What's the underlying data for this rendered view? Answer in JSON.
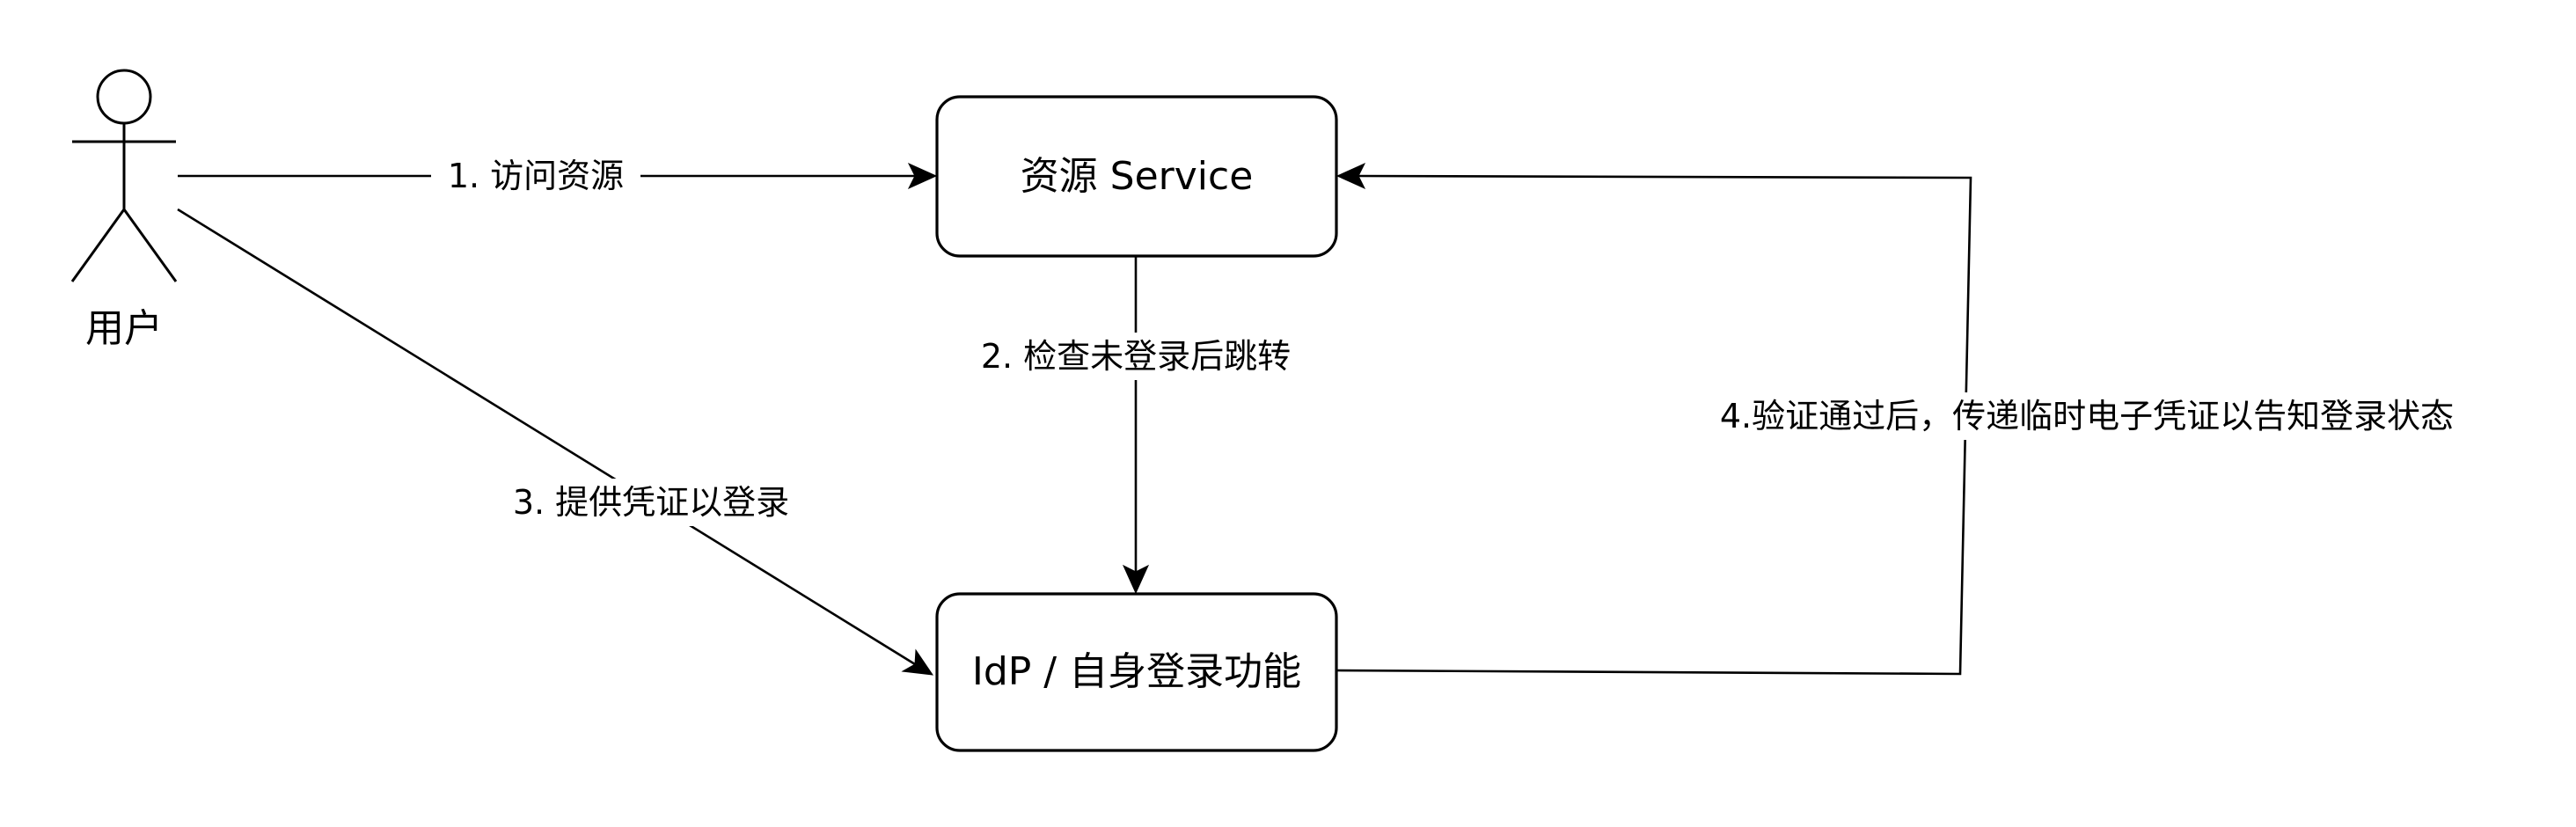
{
  "nodes": {
    "user": {
      "label": "用户"
    },
    "resource_service": {
      "label": "资源 Service"
    },
    "idp": {
      "label": "IdP / 自身登录功能"
    }
  },
  "edges": {
    "access_resource": {
      "label": "1. 访问资源"
    },
    "check_redirect": {
      "label": "2. 检查未登录后跳转"
    },
    "provide_credentials": {
      "label": "3. 提供凭证以登录"
    },
    "pass_token": {
      "label": "4.验证通过后，传递临时电子凭证以告知登录状态"
    }
  }
}
